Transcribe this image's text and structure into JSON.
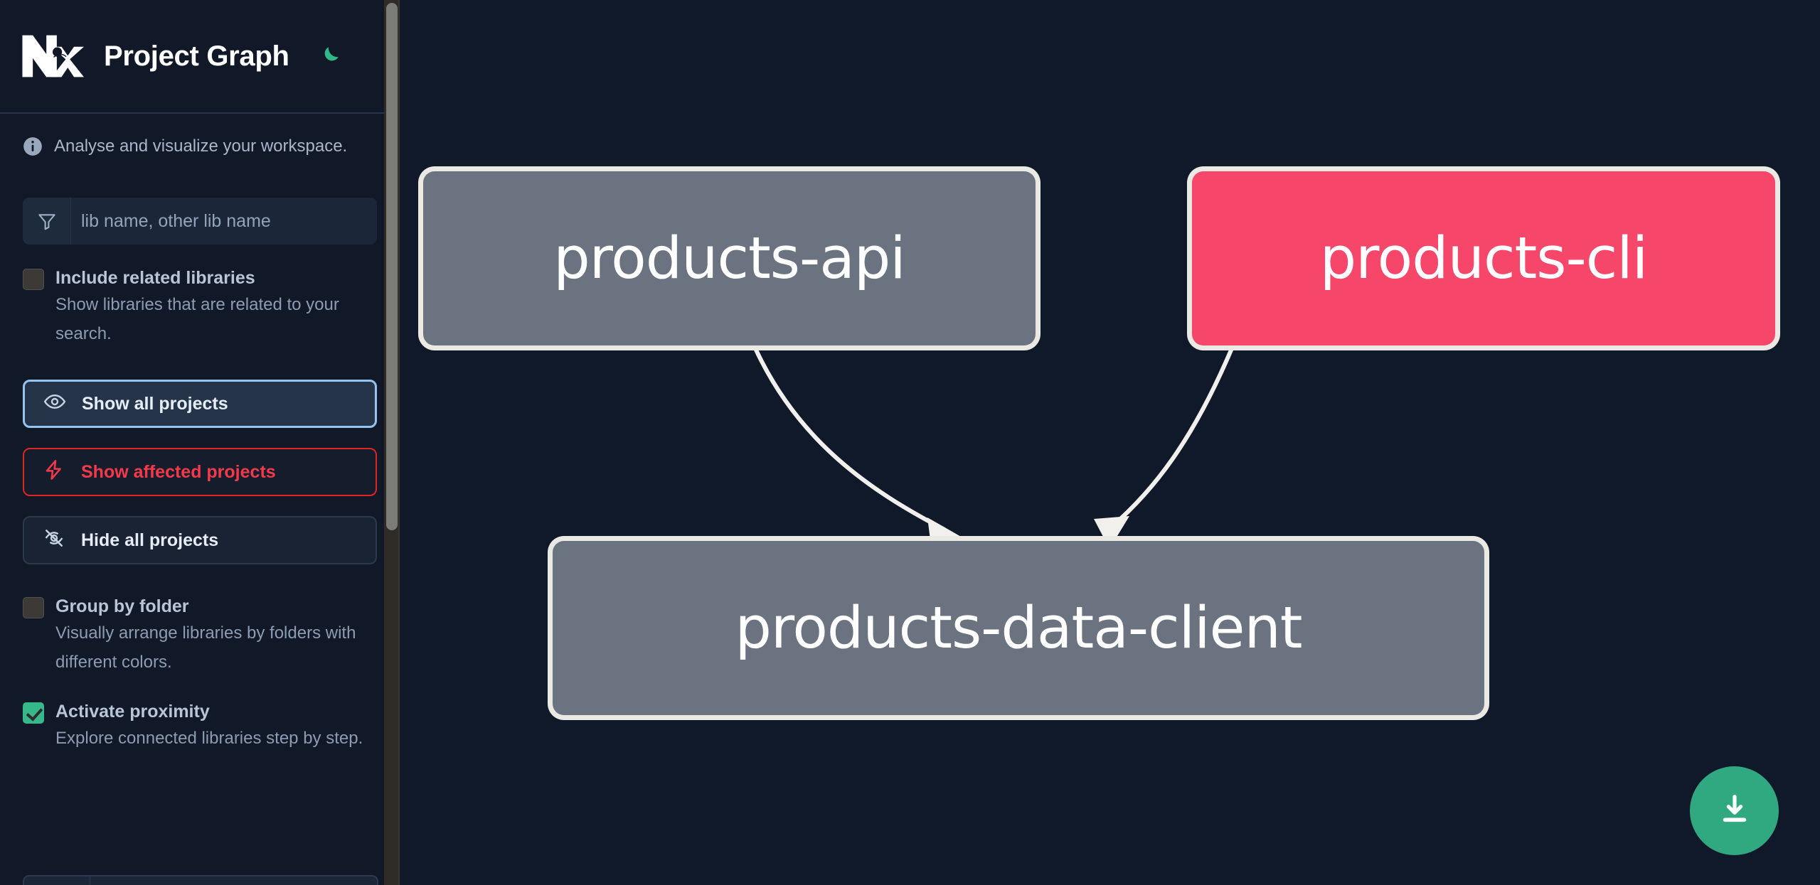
{
  "app": {
    "title": "Project Graph",
    "logo_icon": "nx-logo",
    "theme_toggle_icon": "moon-icon",
    "note": "Analyse and visualize your workspace.",
    "note_icon": "info-circle-icon"
  },
  "sidebar": {
    "search": {
      "icon": "filter-funnel-icon",
      "placeholder": "lib name, other lib name",
      "value": ""
    },
    "options": [
      {
        "name": "include-related-libraries",
        "title": "Include related libraries",
        "desc": "Show libraries that are related to your search.",
        "checked": false
      },
      {
        "name": "group-by-folder",
        "title": "Group by folder",
        "desc": "Visually arrange libraries by folders with different colors.",
        "checked": false
      },
      {
        "name": "activate-proximity",
        "title": "Activate proximity",
        "desc": "Explore connected libraries step by step.",
        "checked": true
      }
    ],
    "buttons": [
      {
        "name": "show-all-projects",
        "label": "Show all projects",
        "icon": "eye-icon",
        "variant": "primary"
      },
      {
        "name": "show-affected-projects",
        "label": "Show affected projects",
        "icon": "lightning-bolt-icon",
        "variant": "danger"
      },
      {
        "name": "hide-all-projects",
        "label": "Hide all projects",
        "icon": "eye-slash-icon",
        "variant": "neutral"
      }
    ]
  },
  "graph": {
    "download_button_icon": "download-icon",
    "nodes": [
      {
        "id": "products-api",
        "label": "products-api",
        "color": "#6b7280",
        "affected": false
      },
      {
        "id": "products-cli",
        "label": "products-cli",
        "color": "#f6476b",
        "affected": true
      },
      {
        "id": "products-data-client",
        "label": "products-data-client",
        "color": "#6b7280",
        "affected": false
      }
    ],
    "edges": [
      {
        "from": "products-api",
        "to": "products-data-client"
      },
      {
        "from": "products-cli",
        "to": "products-data-client"
      }
    ]
  },
  "colors": {
    "sidebar_bg": "#111827",
    "graph_bg": "#10192a",
    "accent_green": "#31a980",
    "accent_red": "#f4394a",
    "node_default": "#6b7280",
    "node_affected": "#f6476b",
    "node_border": "#ebe9e4"
  }
}
